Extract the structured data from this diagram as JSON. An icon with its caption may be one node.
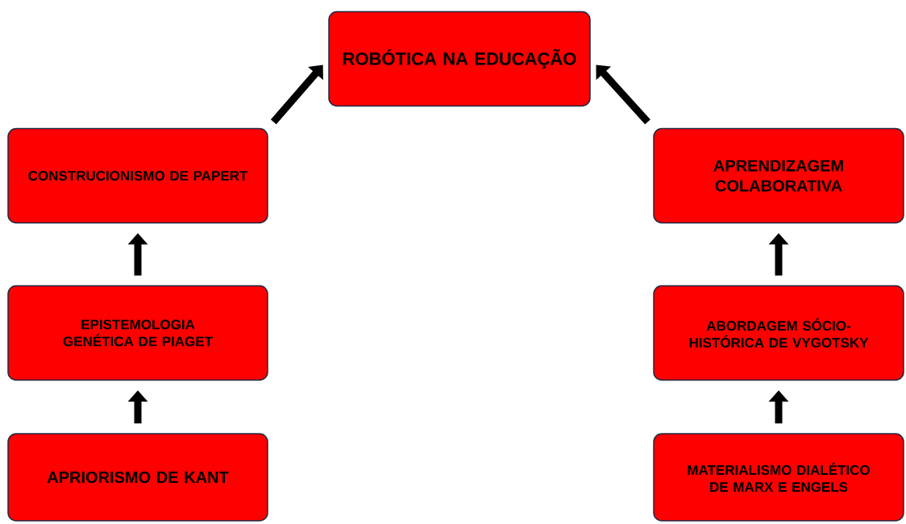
{
  "diagram": {
    "nodes": [
      {
        "text": [
          "ROBÓTICA NA EDUCAÇÃO"
        ]
      },
      {
        "text": [
          "CONSTRUCIONISMO DE PAPERT"
        ]
      },
      {
        "text": [
          "EPISTEMOLOGIA GENÉTICA DE PIAGET"
        ]
      },
      {
        "text": [
          "APRIORISMO DE KANT"
        ]
      },
      {
        "text": [
          "APRENDIZAGEM COLABORATIVA"
        ]
      },
      {
        "text": [
          "ABORDAGEM SÓCIO-HISTÓRICA DE VYGOTSKY"
        ]
      },
      {
        "text": [
          "MATERIALISMO DIALÉTICO DE MARX E ENGELS"
        ]
      }
    ],
    "edges": [
      {
        "from": 3,
        "to": 2,
        "arrow": "to"
      },
      {
        "from": 2,
        "to": 1,
        "arrow": "to"
      },
      {
        "from": 1,
        "to": 0,
        "arrow": "to"
      },
      {
        "from": 6,
        "to": 5,
        "arrow": "to"
      },
      {
        "from": 5,
        "to": 4,
        "arrow": "to"
      },
      {
        "from": 4,
        "to": 0,
        "arrow": "to"
      }
    ]
  }
}
